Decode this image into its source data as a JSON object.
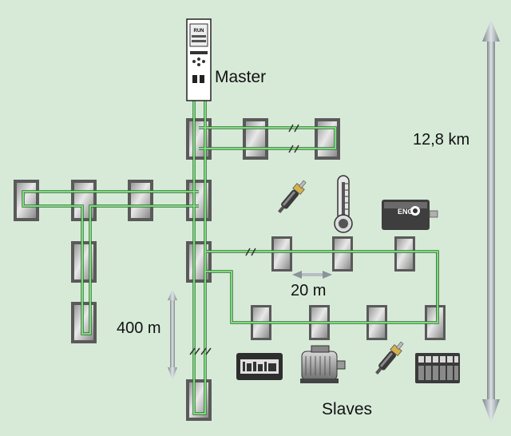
{
  "labels": {
    "master": "Master",
    "slaves": "Slaves",
    "total_length": "12,8 km",
    "segment_length": "400 m",
    "node_spacing": "20 m"
  },
  "master_display": "RUN",
  "encoder_label": "ENC",
  "colors": {
    "background": "#d7ead8",
    "cable": "#6fd36f",
    "node_frame": "#555555",
    "arrow": "#9aa3a8"
  }
}
